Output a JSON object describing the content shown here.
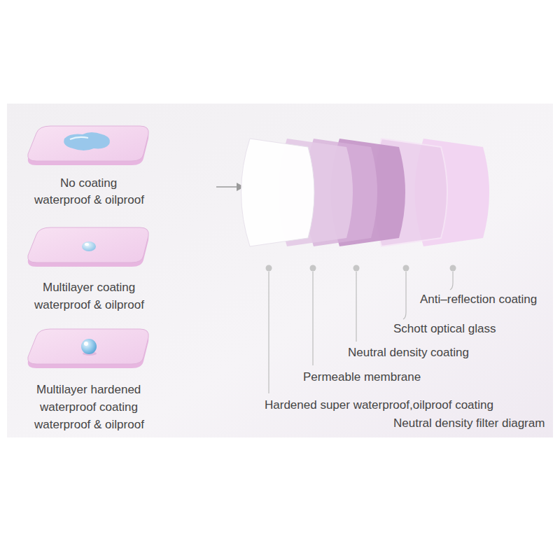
{
  "diagram": {
    "labels": [
      "No coating",
      "waterproof & oilproof",
      "Multilayer coating",
      "waterproof & oilproof",
      "Multilayer hardened",
      "waterproof coating",
      "waterproof & oilproof",
      "Anti–reflection coating",
      "Schott optical glass",
      "Neutral density coating",
      "Permeable membrane",
      "Hardened super waterproof,oilproof coating",
      "Neutral density filter diagram"
    ]
  }
}
